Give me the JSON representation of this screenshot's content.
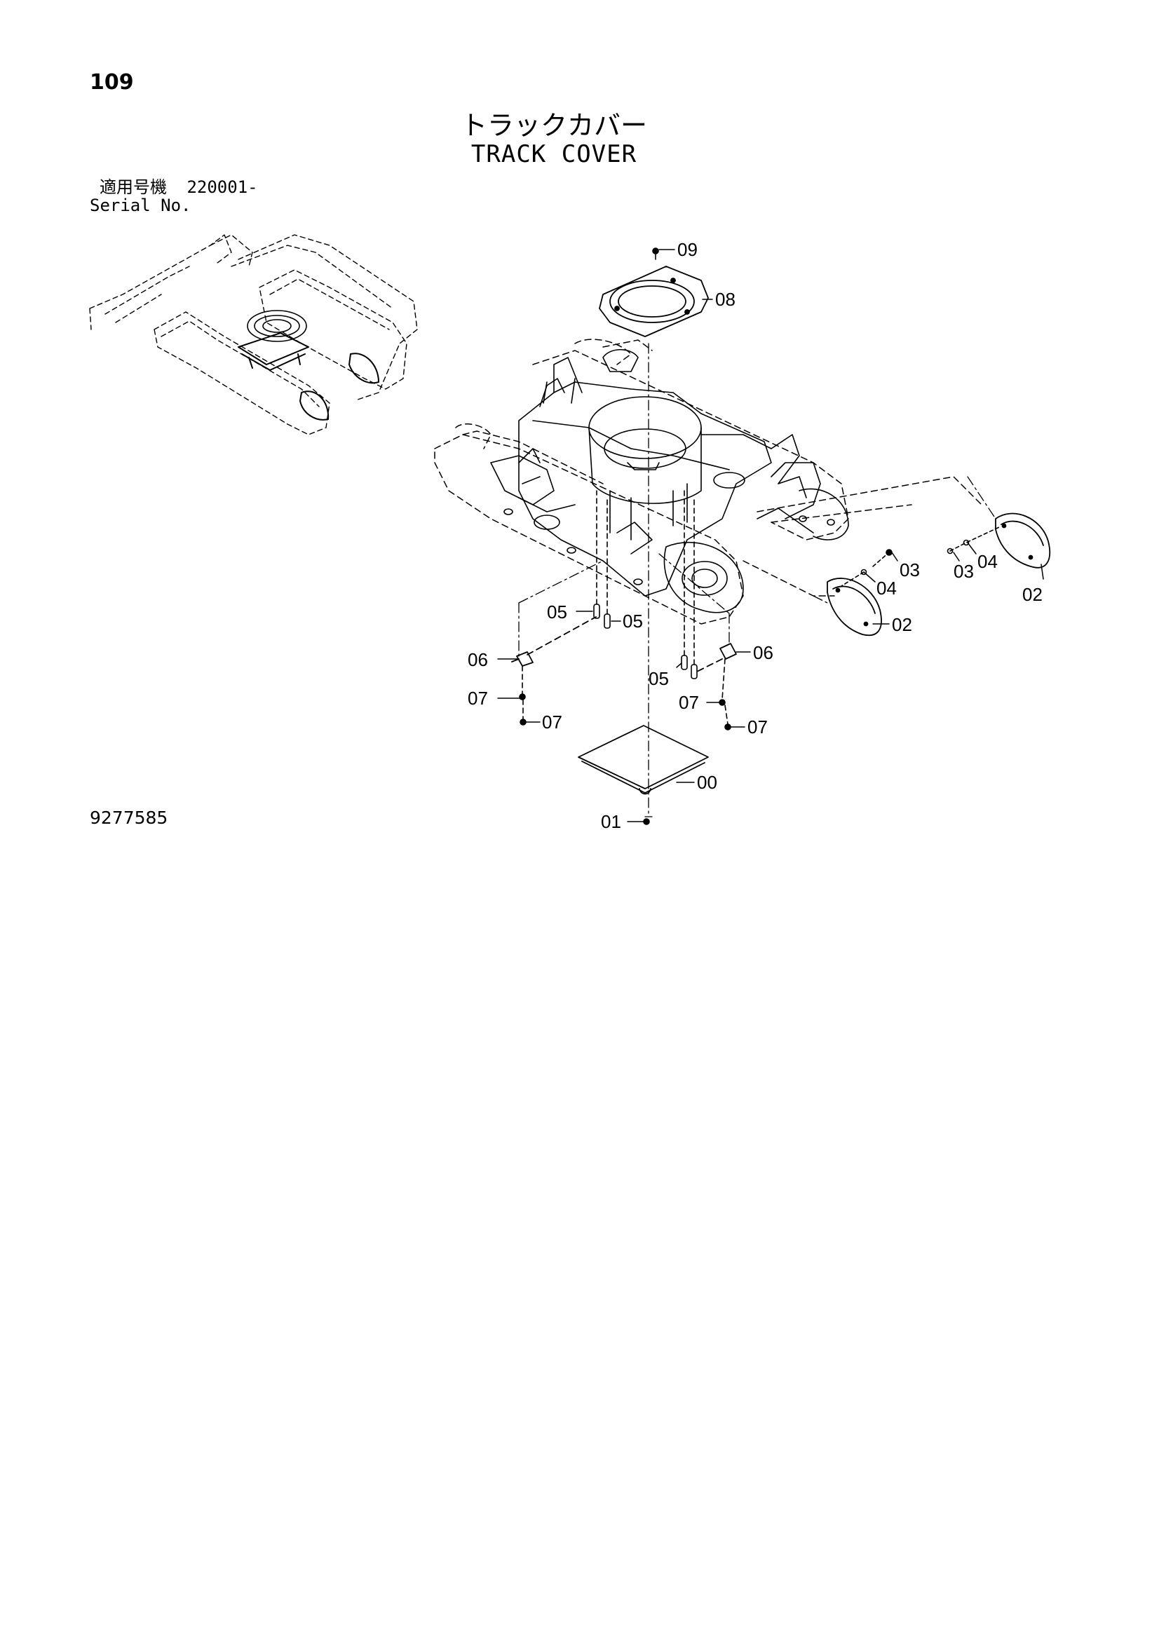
{
  "page_number": "109",
  "title_jp": "トラックカバー",
  "title_en": "TRACK COVER",
  "serial": {
    "label_jp": "適用号機",
    "value": "220001-",
    "label_en": "Serial No."
  },
  "drawing_number": "9277585",
  "callouts": {
    "c09": "09",
    "c08": "08",
    "c03a": "03",
    "c04a": "04",
    "c02a": "02",
    "c03b": "03",
    "c04b": "04",
    "c02b": "02",
    "c05a": "05",
    "c05b": "05",
    "c06a": "06",
    "c06b": "06",
    "c05c": "05",
    "c07a": "07",
    "c07b": "07",
    "c07c": "07",
    "c07d": "07",
    "c00": "00",
    "c01": "01"
  }
}
